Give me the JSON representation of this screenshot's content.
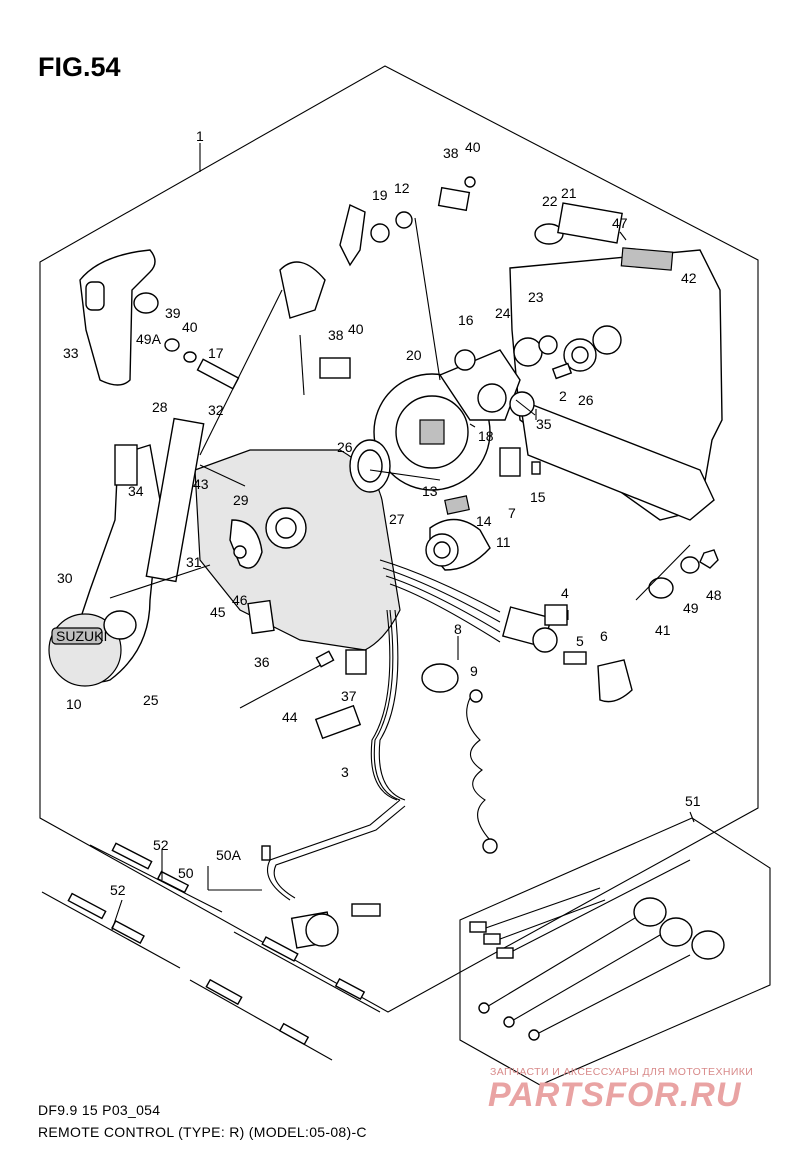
{
  "figure": {
    "title": "FIG.54",
    "code": "DF9.9 15 P03_054",
    "description": "REMOTE CONTROL (TYPE: R) (MODEL:05-08)-C"
  },
  "watermark": {
    "tagline": "ЗАПЧАСТИ И АКСЕССУАРЫ ДЛЯ МОТОТЕХНИКИ",
    "brand": "PARTSFOR.RU"
  },
  "callouts": [
    {
      "id": "c1",
      "text": "1"
    },
    {
      "id": "c38a",
      "text": "38"
    },
    {
      "id": "c40a",
      "text": "40"
    },
    {
      "id": "c19",
      "text": "19"
    },
    {
      "id": "c12",
      "text": "12"
    },
    {
      "id": "c22",
      "text": "22"
    },
    {
      "id": "c21",
      "text": "21"
    },
    {
      "id": "c47",
      "text": "47"
    },
    {
      "id": "c49a",
      "text": "49A"
    },
    {
      "id": "c39",
      "text": "39"
    },
    {
      "id": "c40b",
      "text": "40"
    },
    {
      "id": "c33",
      "text": "33"
    },
    {
      "id": "c17",
      "text": "17"
    },
    {
      "id": "c38b",
      "text": "38"
    },
    {
      "id": "c40c",
      "text": "40"
    },
    {
      "id": "c16",
      "text": "16"
    },
    {
      "id": "c20",
      "text": "20"
    },
    {
      "id": "c23",
      "text": "23"
    },
    {
      "id": "c42",
      "text": "42"
    },
    {
      "id": "c24",
      "text": "24"
    },
    {
      "id": "c2",
      "text": "2"
    },
    {
      "id": "c26a",
      "text": "26"
    },
    {
      "id": "c28",
      "text": "28"
    },
    {
      "id": "c32",
      "text": "32"
    },
    {
      "id": "c18",
      "text": "18"
    },
    {
      "id": "c35",
      "text": "35"
    },
    {
      "id": "c26b",
      "text": "26"
    },
    {
      "id": "c34",
      "text": "34"
    },
    {
      "id": "c43",
      "text": "43"
    },
    {
      "id": "c13",
      "text": "13"
    },
    {
      "id": "c15",
      "text": "15"
    },
    {
      "id": "c27",
      "text": "27"
    },
    {
      "id": "c7",
      "text": "7"
    },
    {
      "id": "c14",
      "text": "14"
    },
    {
      "id": "c29",
      "text": "29"
    },
    {
      "id": "c11",
      "text": "11"
    },
    {
      "id": "c31",
      "text": "31"
    },
    {
      "id": "c30",
      "text": "30"
    },
    {
      "id": "c45",
      "text": "45"
    },
    {
      "id": "c46",
      "text": "46"
    },
    {
      "id": "c41",
      "text": "41"
    },
    {
      "id": "c49b",
      "text": "49"
    },
    {
      "id": "c48",
      "text": "48"
    },
    {
      "id": "c4",
      "text": "4"
    },
    {
      "id": "c5",
      "text": "5"
    },
    {
      "id": "c8",
      "text": "8"
    },
    {
      "id": "c6",
      "text": "6"
    },
    {
      "id": "c36",
      "text": "36"
    },
    {
      "id": "c9",
      "text": "9"
    },
    {
      "id": "c10",
      "text": "10"
    },
    {
      "id": "c25",
      "text": "25"
    },
    {
      "id": "c37",
      "text": "37"
    },
    {
      "id": "c44",
      "text": "44"
    },
    {
      "id": "c3",
      "text": "3"
    },
    {
      "id": "c51",
      "text": "51"
    },
    {
      "id": "c52a",
      "text": "52"
    },
    {
      "id": "c50a",
      "text": "50A"
    },
    {
      "id": "c50",
      "text": "50"
    },
    {
      "id": "c52b",
      "text": "52"
    }
  ],
  "brand_on_knob": "SUZUKI"
}
